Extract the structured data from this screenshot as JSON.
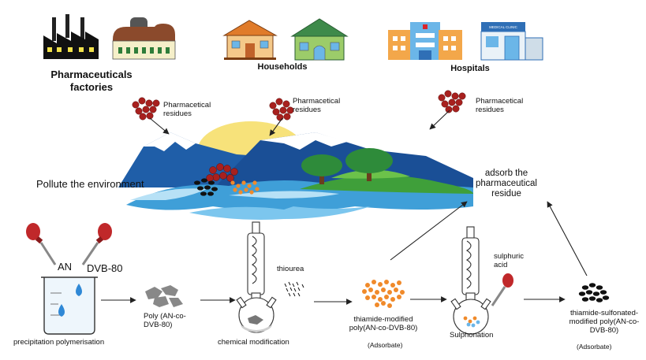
{
  "sources": {
    "factories": "Pharmaceuticals factories",
    "households": "Households",
    "hospitals": "Hospitals",
    "hospital_sign": "MEDICAL CLINIC"
  },
  "residue_label": "Pharmacetical residues",
  "pollute_text": "Pollute the environment",
  "adsorb_text": "adsorb the pharmaceutical residue",
  "reagents": {
    "an": "AN",
    "dvb": "DVB-80",
    "thiourea": "thiourea",
    "sulphuric": "sulphuric acid"
  },
  "steps": {
    "precipitation": "precipitation polymerisation",
    "poly": "Poly (AN-co-DVB-80)",
    "chemical": "chemical modification",
    "thiamide": "thiamide-modified poly(AN-co-DVB-80)",
    "adsorbate1": "(Adsorbate)",
    "sulphonation": "Sulphonation",
    "sulfonated": "thiamide-sulfonated-modified poly(AN-co-DVB-80)",
    "adsorbate2": "(Adsorbate)"
  },
  "colors": {
    "residue_red": "#a8201e",
    "particle_orange": "#f08a2a",
    "dropper_red": "#c0282a",
    "mountain_blue": "#1f5ea8",
    "water_blue": "#3f9fd8",
    "sun_yellow": "#f7e27a",
    "tree_green": "#2e8b3a"
  }
}
